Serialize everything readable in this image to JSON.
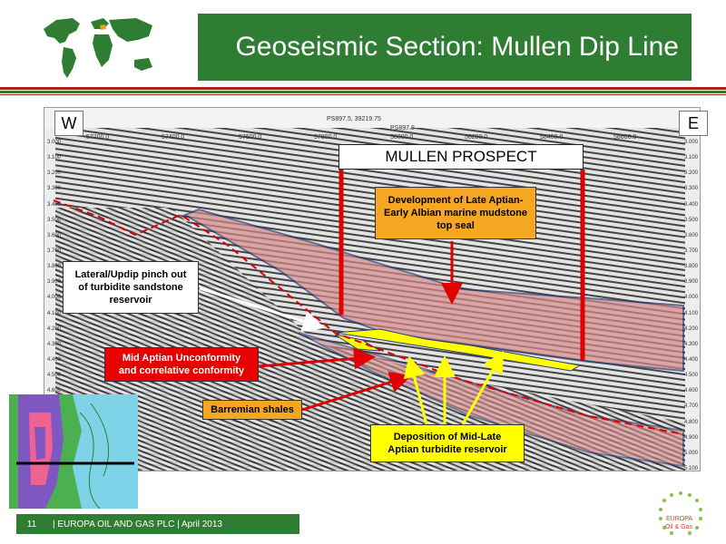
{
  "header": {
    "title": "Geoseismic Section: Mullen Dip Line"
  },
  "section": {
    "west_label": "W",
    "east_label": "E",
    "top_coords": [
      "57200.0",
      "57400.0",
      "57600.0",
      "57800.0",
      "58000.0",
      "58200.0",
      "58400.0",
      "58600.0"
    ],
    "top_marker": "PS897.5, 39219.75",
    "top_marker2": "PS897.8",
    "depth_ticks": [
      "3.000",
      "3.100",
      "3.200",
      "3.300",
      "3.400",
      "3.500",
      "3.600",
      "3.700",
      "3.800",
      "3.900",
      "4.000",
      "4.100",
      "4.200",
      "4.300",
      "4.400",
      "4.500",
      "4.600",
      "4.700",
      "4.800",
      "4.900",
      "5.000",
      "5.100"
    ]
  },
  "prospect_label": "MULLEN PROSPECT",
  "callouts": {
    "seal": [
      "Development of Late Aptian-",
      "Early Albian marine mudstone",
      "top seal"
    ],
    "pinch": [
      "Lateral/Updip pinch out",
      "of turbidite sandstone",
      "reservoir"
    ],
    "unconformity": [
      "Mid Aptian Unconformity",
      "and correlative conformity"
    ],
    "shales": "Barremian shales",
    "turbidite": [
      "Deposition of Mid-Late",
      "Aptian turbidite reservoir"
    ]
  },
  "footer": {
    "page_number": "11",
    "text": "|  EUROPA OIL AND GAS PLC  |  April 2013"
  },
  "logo": {
    "line1": "EUROPA",
    "line2": "Oil & Gas"
  },
  "colors": {
    "brand_green": "#2f7d32",
    "rule_red": "#b22222",
    "seal_fill": "#d98b8b",
    "reservoir": "#ffff00"
  }
}
